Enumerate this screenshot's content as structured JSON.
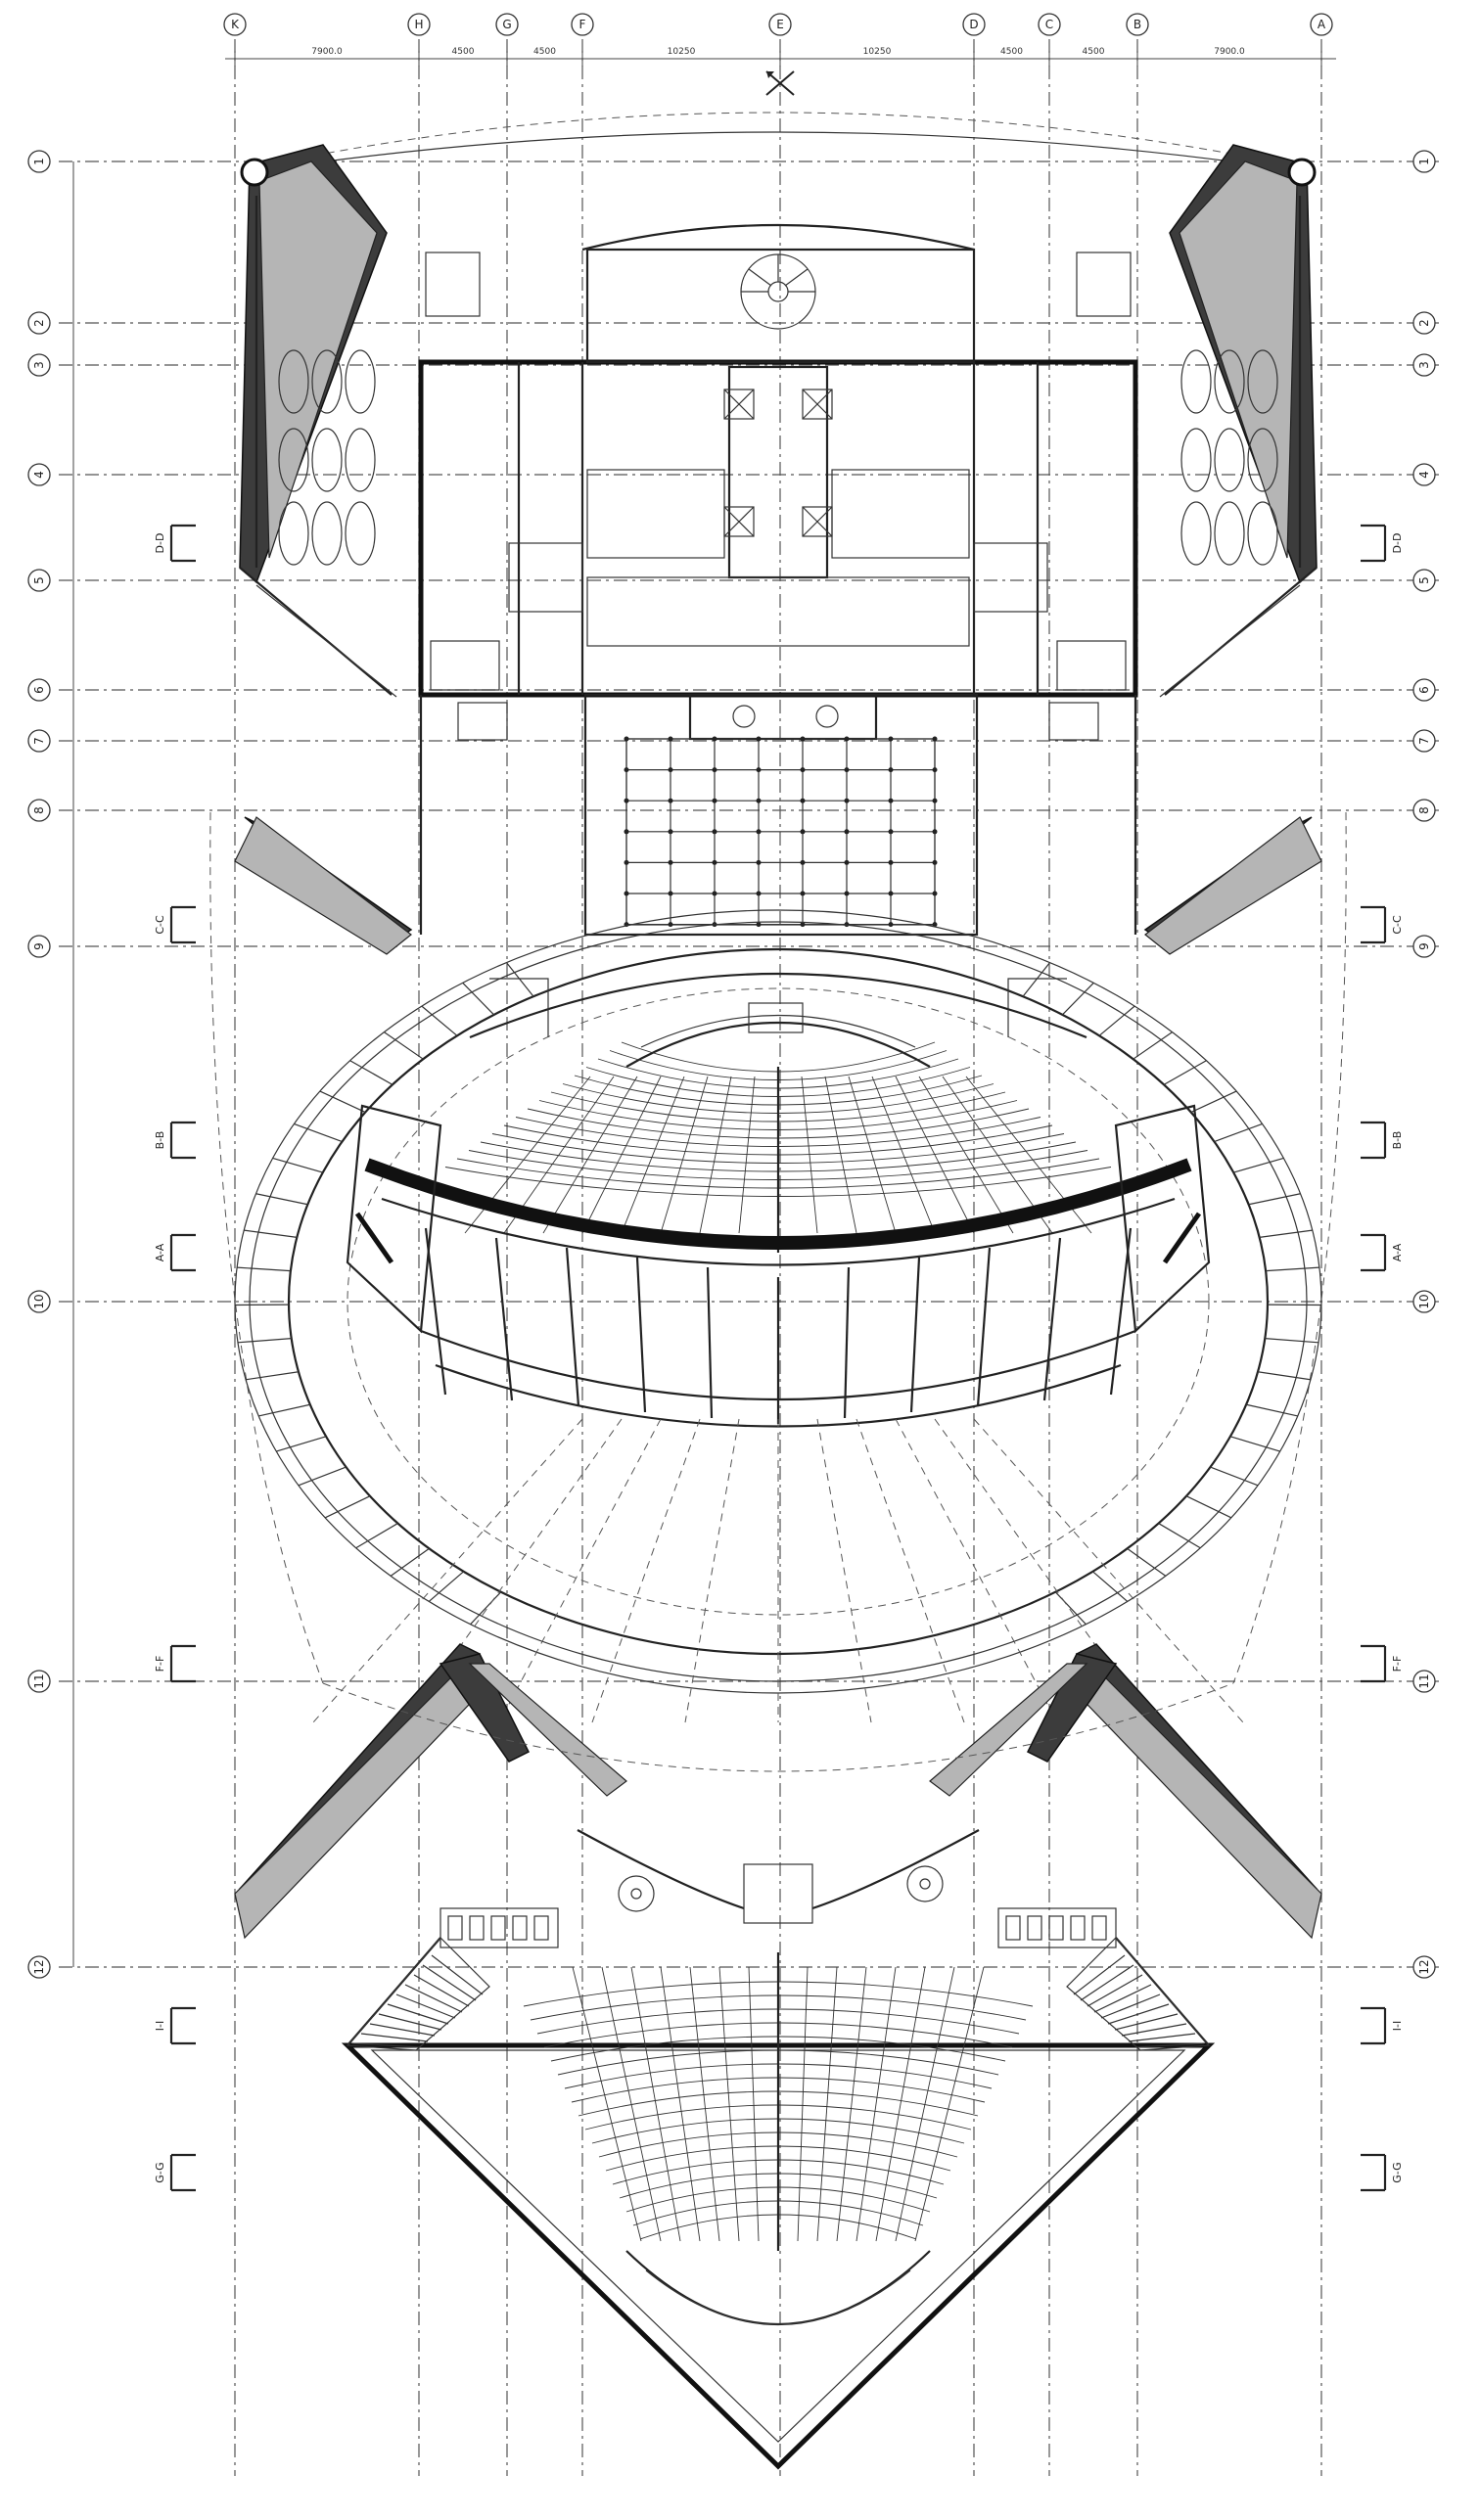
{
  "drawing": {
    "column_axes": [
      "K",
      "H",
      "G",
      "F",
      "E",
      "D",
      "C",
      "B",
      "A"
    ],
    "row_axes": [
      "1",
      "2",
      "3",
      "4",
      "5",
      "6",
      "7",
      "8",
      "9",
      "10",
      "11",
      "12"
    ],
    "top_dimensions": [
      "7900.0",
      "4500",
      "4500",
      "10250",
      "10250",
      "4500",
      "4500",
      "7900.0"
    ],
    "section_marks": [
      {
        "label": "D",
        "row": "4-5"
      },
      {
        "label": "C",
        "row": "8-9"
      },
      {
        "label": "B",
        "row": "9-10"
      },
      {
        "label": "A",
        "row": "10"
      },
      {
        "label": "F",
        "row": "11"
      },
      {
        "label": "I",
        "row": "12"
      },
      {
        "label": "G",
        "row": "12+"
      }
    ]
  }
}
